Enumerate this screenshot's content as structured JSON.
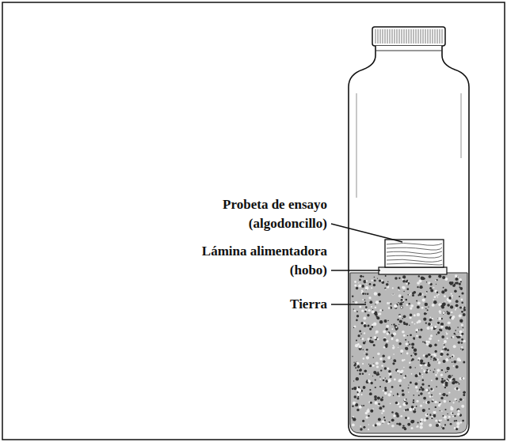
{
  "diagram": {
    "labels": [
      "Probeta de ensayo (algodoncillo)",
      "Lámina alimentadora (hobo)",
      "Tierra"
    ]
  }
}
